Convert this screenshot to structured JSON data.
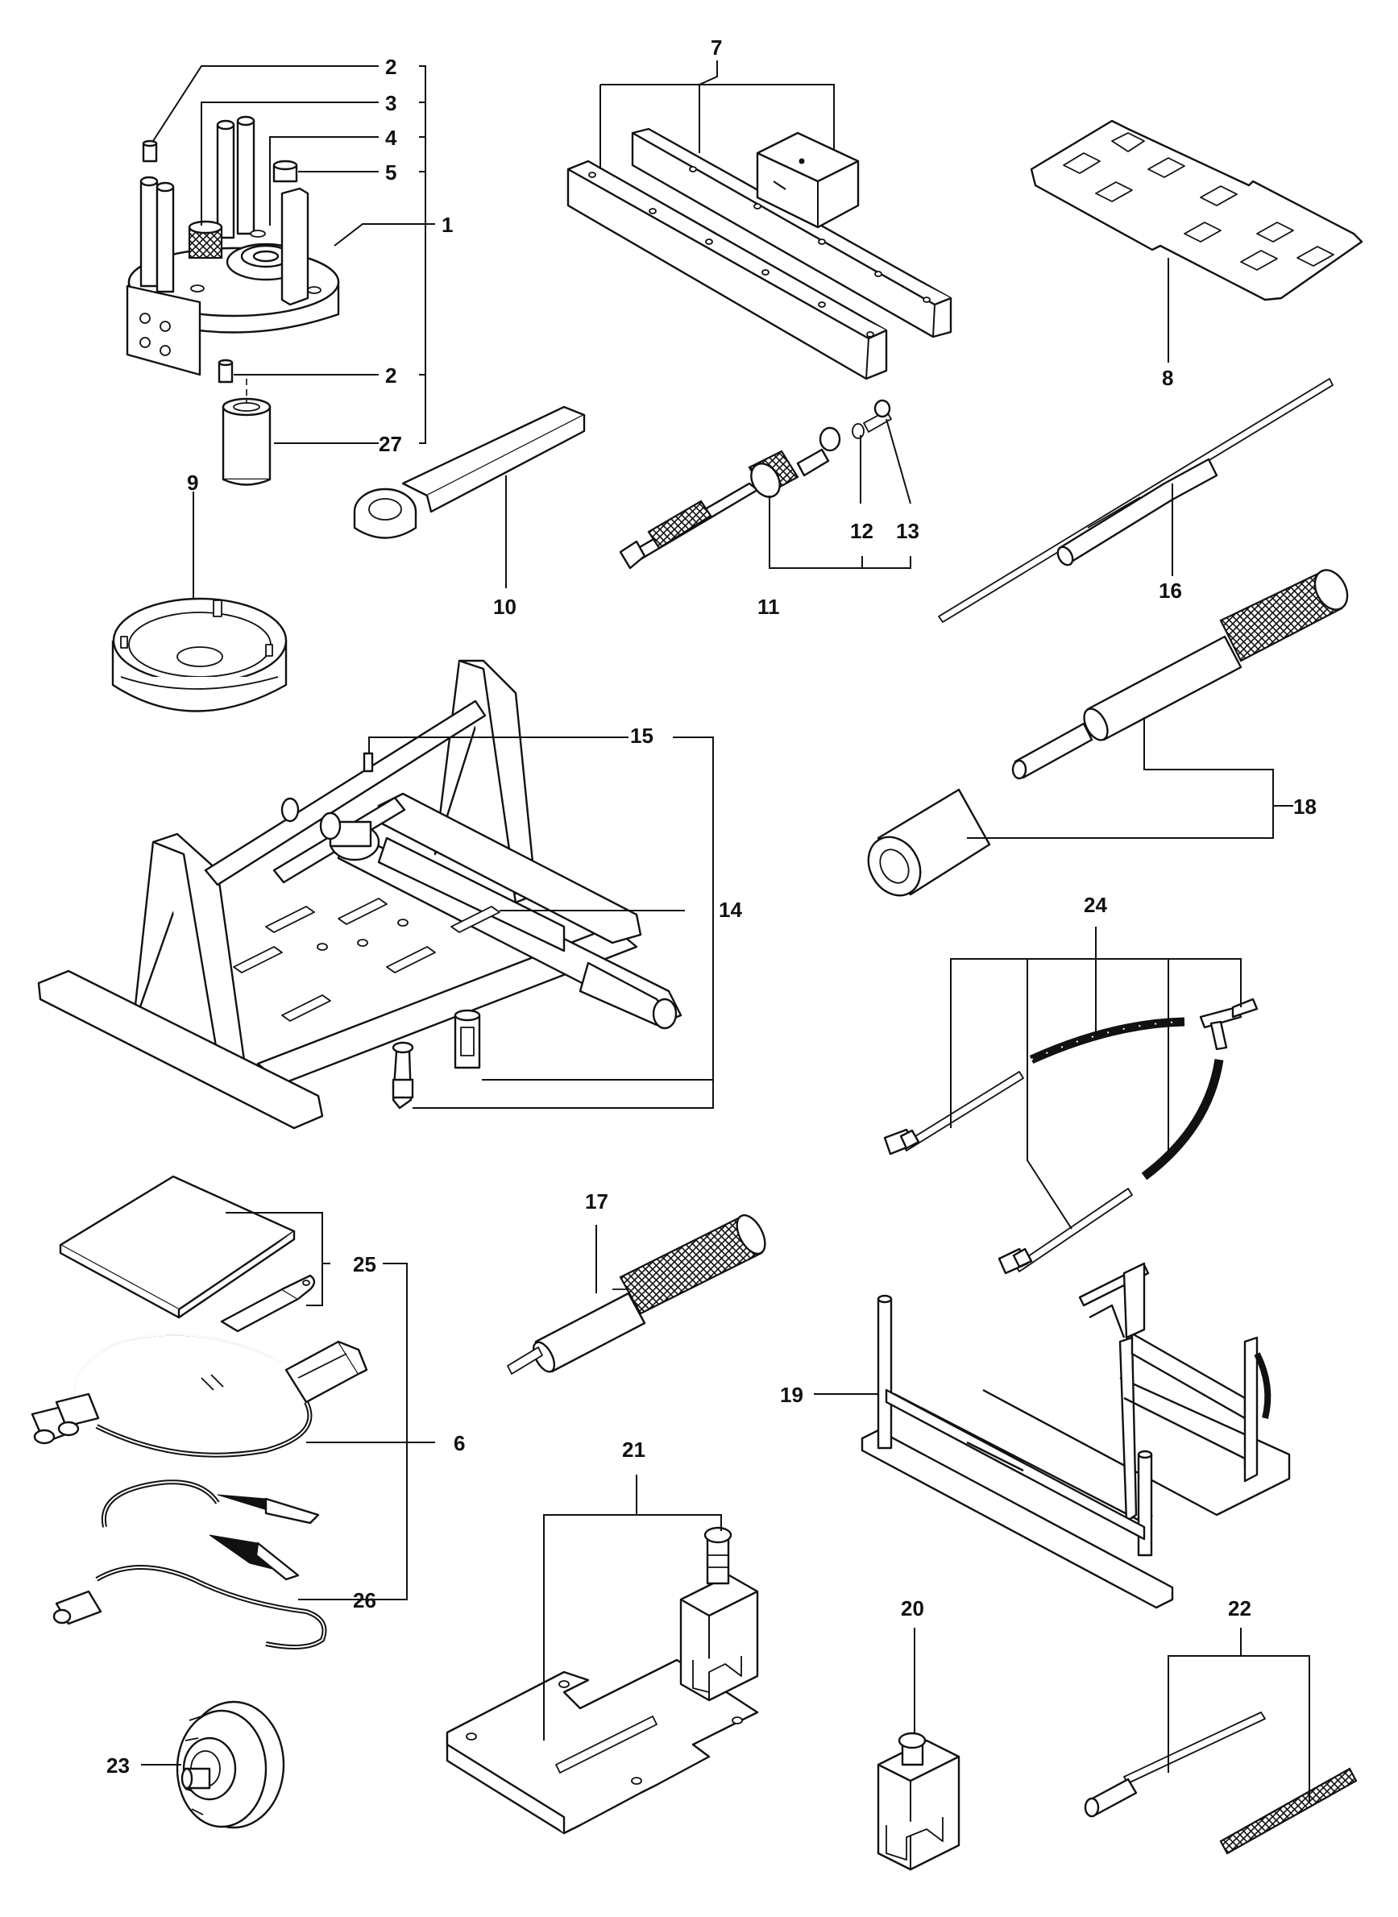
{
  "callouts": [
    {
      "id": "c2a",
      "text": "2"
    },
    {
      "id": "c3",
      "text": "3"
    },
    {
      "id": "c4",
      "text": "4"
    },
    {
      "id": "c5",
      "text": "5"
    },
    {
      "id": "c1",
      "text": "1"
    },
    {
      "id": "c2b",
      "text": "2"
    },
    {
      "id": "c27",
      "text": "27"
    },
    {
      "id": "c7",
      "text": "7"
    },
    {
      "id": "c8",
      "text": "8"
    },
    {
      "id": "c9",
      "text": "9"
    },
    {
      "id": "c10",
      "text": "10"
    },
    {
      "id": "c11",
      "text": "11"
    },
    {
      "id": "c12",
      "text": "12"
    },
    {
      "id": "c13",
      "text": "13"
    },
    {
      "id": "c16",
      "text": "16"
    },
    {
      "id": "c15",
      "text": "15"
    },
    {
      "id": "c14",
      "text": "14"
    },
    {
      "id": "c18",
      "text": "18"
    },
    {
      "id": "c24",
      "text": "24"
    },
    {
      "id": "c25",
      "text": "25"
    },
    {
      "id": "c6",
      "text": "6"
    },
    {
      "id": "c26",
      "text": "26"
    },
    {
      "id": "c17",
      "text": "17"
    },
    {
      "id": "c19",
      "text": "19"
    },
    {
      "id": "c21",
      "text": "21"
    },
    {
      "id": "c20",
      "text": "20"
    },
    {
      "id": "c22",
      "text": "22"
    },
    {
      "id": "c23",
      "text": "23"
    }
  ]
}
